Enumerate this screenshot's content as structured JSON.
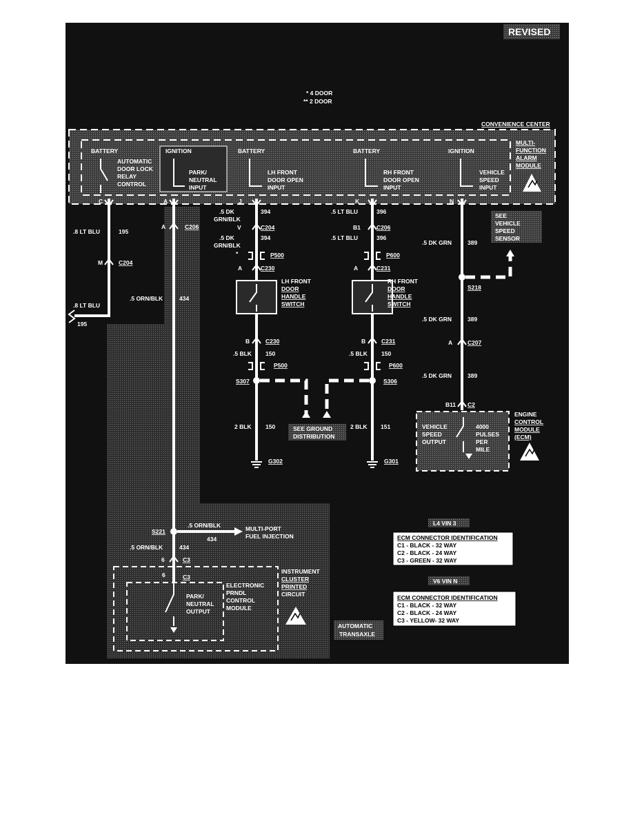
{
  "badge": "REVISED",
  "legend": {
    "line1": "* 4 DOOR",
    "line2": "** 2 DOOR"
  },
  "convenience_center": "CONVENIENCE CENTER",
  "multi_function_module": [
    "MULTI-",
    "FUNCTION",
    "ALARM",
    "MODULE"
  ],
  "module_sections": [
    {
      "power": "BATTERY",
      "label": [
        "AUTOMATIC",
        "DOOR LOCK",
        "RELAY",
        "CONTROL"
      ]
    },
    {
      "power": "IGNITION",
      "label": [
        "PARK/",
        "NEUTRAL",
        "INPUT"
      ]
    },
    {
      "power": "BATTERY",
      "label": [
        "LH FRONT",
        "DOOR OPEN",
        "INPUT"
      ]
    },
    {
      "power": "BATTERY",
      "label": [
        "RH FRONT",
        "DOOR OPEN",
        "INPUT"
      ]
    },
    {
      "power": "IGNITION",
      "label": [
        "VEHICLE",
        "SPEED",
        "INPUT"
      ]
    }
  ],
  "pins": {
    "c": "C",
    "a": "A",
    "j": "J",
    "k": "K",
    "n": "N"
  },
  "left_wire": {
    "spec1": ".8 LT BLU",
    "circuit1": "195",
    "pin": "M",
    "conn": "C204",
    "spec2": ".8 LT BLU",
    "circuit2": "195"
  },
  "park_wire": {
    "pin": "A",
    "conn": "C206",
    "spec": ".5 ORN/BLK",
    "circuit": "434"
  },
  "lh_door": {
    "spec1": [
      ".5 DK",
      "GRN/BLK"
    ],
    "circuit1": "394",
    "pin1": "V",
    "conn1": "C204",
    "spec2": [
      ".5 DK",
      "GRN/BLK"
    ],
    "circuit2": "394",
    "star": "*",
    "p_conn": "P500",
    "pin2": "A",
    "conn2": "C230",
    "switch": [
      "LH FRONT",
      "DOOR",
      "HANDLE",
      "SWITCH"
    ],
    "pin3": "B",
    "conn3": "C230",
    "spec3": ".5 BLK",
    "circuit3": "150",
    "p_conn2": "P500",
    "splice": "S307",
    "spec4": "2 BLK",
    "circuit4": "150",
    "ground": "G302"
  },
  "rh_door": {
    "spec1": ".5 LT BLU",
    "circuit1": "396",
    "pin1": "B1",
    "conn1": "C206",
    "spec2": ".5 LT BLU",
    "circuit2": "396",
    "p_conn": "P600",
    "pin2": "A",
    "conn2": "C231",
    "switch": [
      "RH FRONT",
      "DOOR",
      "HANDLE",
      "SWITCH"
    ],
    "pin3": "B",
    "conn3": "C231",
    "spec3": ".5 BLK",
    "circuit3": "150",
    "p_conn2": "P600",
    "splice": "S306",
    "spec4": "2 BLK",
    "circuit4": "151",
    "ground": "G301"
  },
  "ground_dist": [
    "SEE GROUND",
    "DISTRIBUTION"
  ],
  "speed": {
    "see_sensor": [
      "SEE",
      "VEHICLE",
      "SPEED",
      "SENSOR"
    ],
    "spec1": ".5 DK GRN",
    "circuit1": "389",
    "splice": "S218",
    "spec2": ".5 DK GRN",
    "circuit2": "389",
    "pin1": "A",
    "conn1": "C207",
    "spec3": ".5 DK GRN",
    "circuit3": "389",
    "pin2": "B11",
    "conn2": "C2",
    "ecm_box": [
      "VEHICLE",
      "SPEED",
      "OUTPUT"
    ],
    "pulses": [
      "4000",
      "PULSES",
      "PER",
      "MILE"
    ],
    "ecm_label": [
      "ENGINE",
      "CONTROL",
      "MODULE",
      "(ECM)"
    ]
  },
  "mpfi": {
    "splice": "S221",
    "spec1": ".5 ORN/BLK",
    "circuit1": "434",
    "label": [
      "MULTI-PORT",
      "FUEL INJECTION"
    ],
    "spec2": ".5 ORN/BLK",
    "circuit2": "434",
    "pin": "6",
    "pin2": "6",
    "conn": "C3"
  },
  "cluster": {
    "label": [
      "INSTRUMENT",
      "CLUSTER",
      "PRINTED",
      "CIRCUIT"
    ],
    "inner": [
      "PARK/",
      "NEUTRAL",
      "OUTPUT"
    ],
    "module": [
      "ELECTRONIC",
      "PRNDL",
      "CONTROL",
      "MODULE"
    ],
    "transaxle": [
      "AUTOMATIC",
      "TRANSAXLE"
    ]
  },
  "tables": [
    {
      "heading": "L4 VIN 3",
      "title": "ECM CONNECTOR IDENTIFICATION",
      "rows": [
        "C1 - BLACK - 32 WAY",
        "C2 - BLACK - 24 WAY",
        "C3 - GREEN - 32 WAY"
      ]
    },
    {
      "heading": "V6 VIN N",
      "title": "ECM CONNECTOR IDENTIFICATION",
      "rows": [
        "C1 - BLACK - 32 WAY",
        "C2 - BLACK - 24 WAY",
        "C3 - YELLOW- 32 WAY"
      ]
    }
  ],
  "colors": {
    "background": "#111111",
    "shade": "#5a5a5a",
    "line": "#ffffff"
  }
}
